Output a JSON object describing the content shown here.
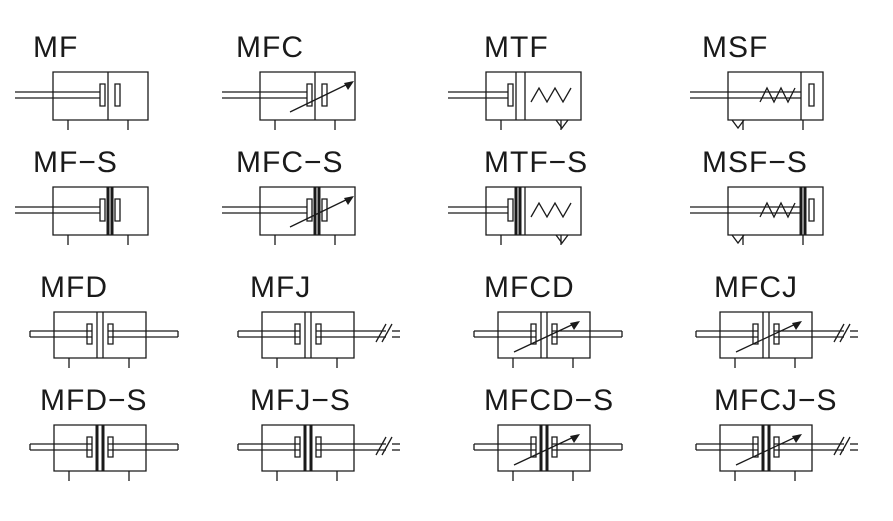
{
  "rows": [
    [
      "MF",
      "MFC",
      "MTF",
      "MSF"
    ],
    [
      "MF−S",
      "MFC−S",
      "MTF−S",
      "MSF−S"
    ],
    [
      "MFD",
      "MFJ",
      "MFCD",
      "MFCJ"
    ],
    [
      "MFD−S",
      "MFJ−S",
      "MFCD−S",
      "MFCJ−S"
    ]
  ],
  "symbol_types": [
    [
      "single-rod",
      "single-rod-adjustable",
      "single-rod-spring-return",
      "single-rod-spring-extend"
    ],
    [
      "single-rod",
      "single-rod-adjustable",
      "single-rod-spring-return",
      "single-rod-spring-extend"
    ],
    [
      "double-rod",
      "double-rod-broken",
      "double-rod-adjustable",
      "double-rod-adjustable-broken"
    ],
    [
      "double-rod",
      "double-rod-broken",
      "double-rod-adjustable",
      "double-rod-adjustable-broken"
    ]
  ],
  "line_color": "#1a1a1a"
}
